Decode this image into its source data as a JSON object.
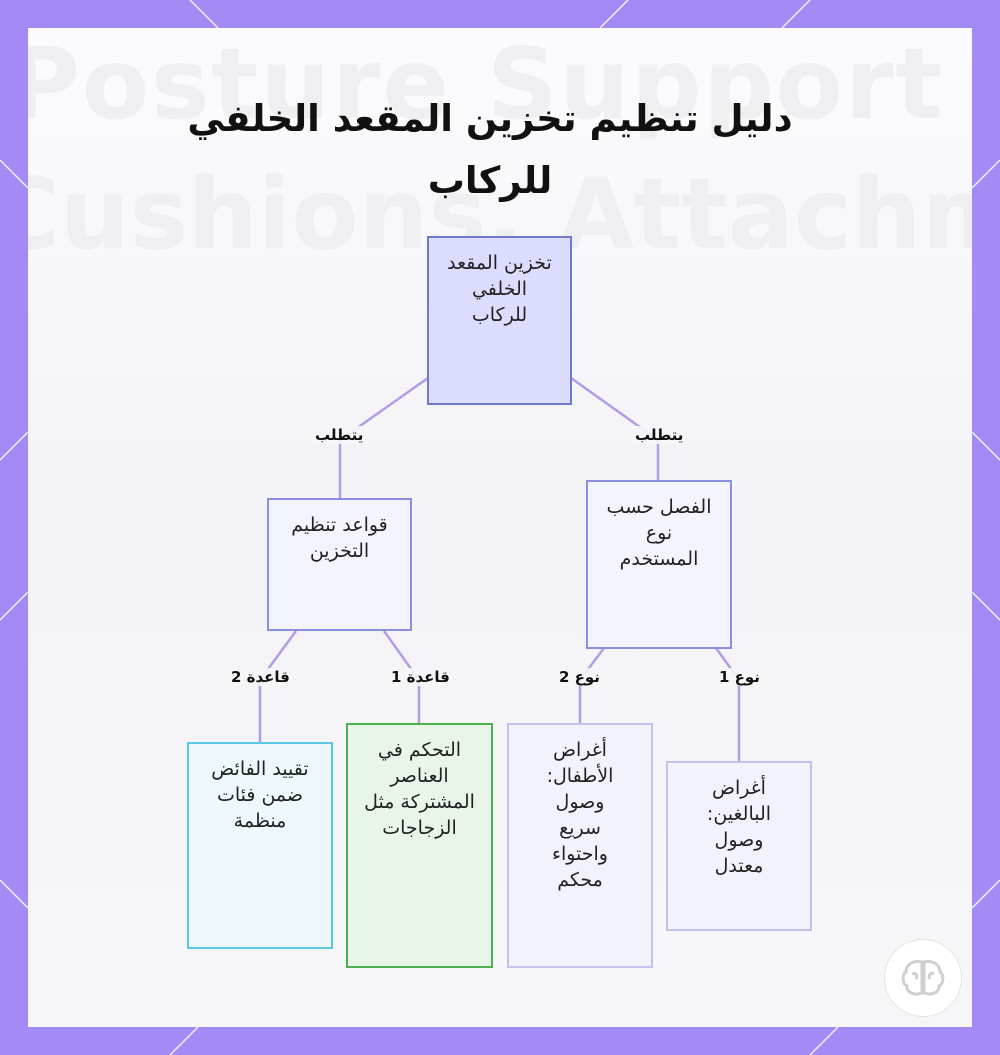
{
  "title": "دليل تنظيم تخزين المقعد الخلفي للركاب",
  "background_watermark": "Posture Support Cushions, Attachments",
  "colors": {
    "frame": "#a48af5",
    "edge": "#b39ce6",
    "root_fill": "#dcdcfe",
    "root_border": "#6f78c9",
    "mid_fill": "#f4f4ff",
    "mid_border": "#8b8fe0",
    "cyan_fill": "#eef8fc",
    "cyan_border": "#5ac8e0",
    "green_fill": "#eaf5ea",
    "green_border": "#4caf50",
    "lav_fill": "#f2f2fc",
    "lav_border": "#c2c2ee"
  },
  "nodes": {
    "root": "تخزين المقعد الخلفي للركاب",
    "rules": "قواعد تنظيم التخزين",
    "separation": "الفصل حسب نوع المستخدم",
    "rule1": "التحكم في العناصر المشتركة مثل الزجاجات",
    "rule2": "تقييد الفائض ضمن فئات منظمة",
    "type1": "أغراض البالغين: وصول معتدل",
    "type2": "أغراض الأطفال: وصول سريع واحتواء محكم"
  },
  "edge_labels": {
    "requires_left": "يتطلب",
    "requires_right": "يتطلب",
    "rule1": "قاعدة 1",
    "rule2": "قاعدة 2",
    "type1": "نوع 1",
    "type2": "نوع 2"
  },
  "logo_icon": "brain-icon"
}
